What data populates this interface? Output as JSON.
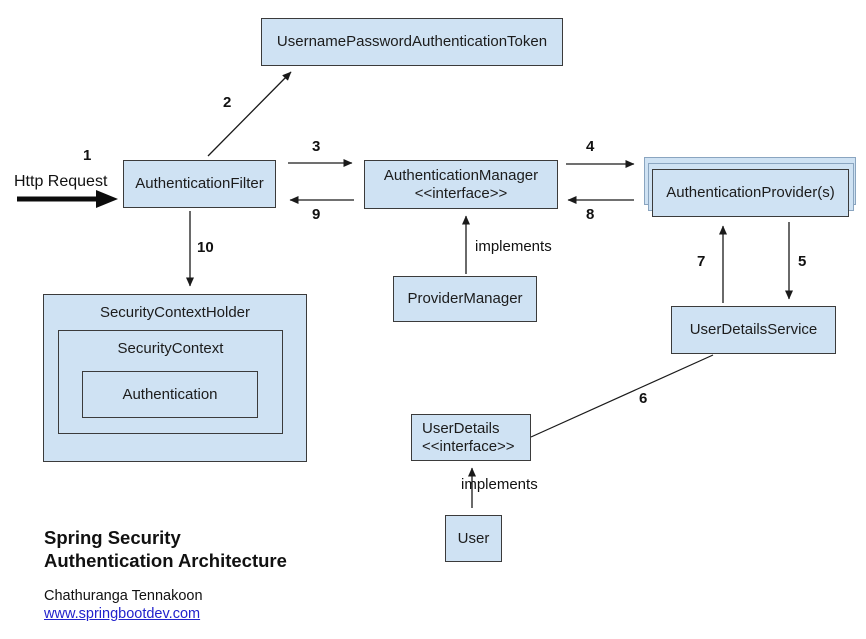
{
  "diagram": {
    "boxes": {
      "token": "UsernamePasswordAuthenticationToken",
      "filter": "AuthenticationFilter",
      "manager_line1": "AuthenticationManager",
      "manager_line2": "<<interface>>",
      "providers": "AuthenticationProvider(s)",
      "provider_manager": "ProviderManager",
      "user_details_service": "UserDetailsService",
      "security_context_holder": "SecurityContextHolder",
      "security_context": "SecurityContext",
      "authentication": "Authentication",
      "user_details_line1": "UserDetails",
      "user_details_line2": "<<interface>>",
      "user": "User"
    },
    "edge_labels": {
      "n1": "1",
      "n2": "2",
      "n3": "3",
      "n4": "4",
      "n5": "5",
      "n6": "6",
      "n7": "7",
      "n8": "8",
      "n9": "9",
      "n10": "10",
      "http_request": "Http Request",
      "implements_manager": "implements",
      "implements_userdetails": "implements"
    },
    "colors": {
      "box_fill": "#cfe2f3",
      "box_border": "#3b3b3b",
      "stack_back_border": "#8aa5c0",
      "arrow": "#1a1a1a",
      "link": "#2222cc"
    }
  },
  "footer": {
    "title_line1": "Spring Security",
    "title_line2": "Authentication Architecture",
    "author": "Chathuranga Tennakoon",
    "website": "www.springbootdev.com"
  }
}
